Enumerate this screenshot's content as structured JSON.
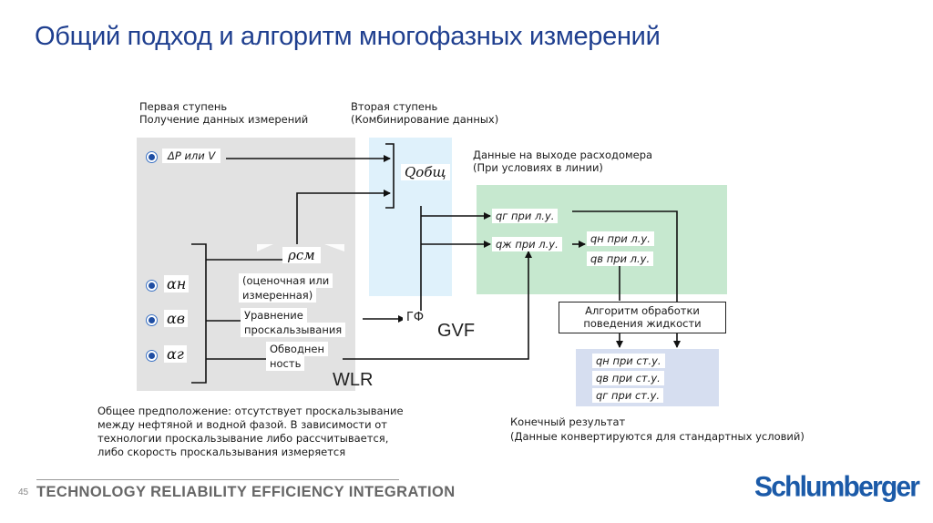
{
  "slide": {
    "title": "Общий подход и алгоритм многофазных измерений",
    "page_number": "45",
    "footer": "TECHNOLOGY RELIABILITY EFFICIENCY INTEGRATION",
    "logo": "Schlumberger"
  },
  "stages": {
    "first_line1": "Первая ступень",
    "first_line2": "Получение данных измерений",
    "second_line1": "Вторая ступень",
    "second_line2": "(Комбинирование данных)",
    "output_line1": "Данные на выходе расходомера",
    "output_line2": "(При условиях в линии)"
  },
  "inputs": {
    "dp_or_v": "ΔP или V",
    "alpha_n": "αн",
    "alpha_v": "αв",
    "alpha_g": "αг"
  },
  "nodes": {
    "q_total": "Qобщ",
    "rho_mix": "ρсм",
    "estimate_line1": "(оценочная или",
    "estimate_line2": "измеренная)",
    "slip_line1": "Уравнение",
    "slip_line2": "проскальзывания",
    "gf": "ГФ",
    "gvf": "GVF",
    "water_line1": "Обводнен",
    "water_line2": "ность",
    "wlr": "WLR"
  },
  "line_outputs": {
    "q_g": "qг при л.у.",
    "q_zh": "qж при л.у.",
    "q_n": "qн при л.у.",
    "q_v": "qв при л.у."
  },
  "algorithm": {
    "line1": "Алгоритм обработки",
    "line2": "поведения жидкости"
  },
  "std_outputs": {
    "q_n": "qн при ст.у.",
    "q_v": "qв при ст.у.",
    "q_g": "qг при ст.у."
  },
  "notes": {
    "assumption_line1": "Общее предположение: отсутствует проскальзывание",
    "assumption_line2": "между нефтяной и водной фазой. В зависимости от",
    "assumption_line3": "технологии проскальзывание либо рассчитывается,",
    "assumption_line4": "либо скорость проскальзывания измеряется",
    "result_line1": "Конечный результат",
    "result_line2": "(Данные конвертируются для стандартных условий)"
  }
}
